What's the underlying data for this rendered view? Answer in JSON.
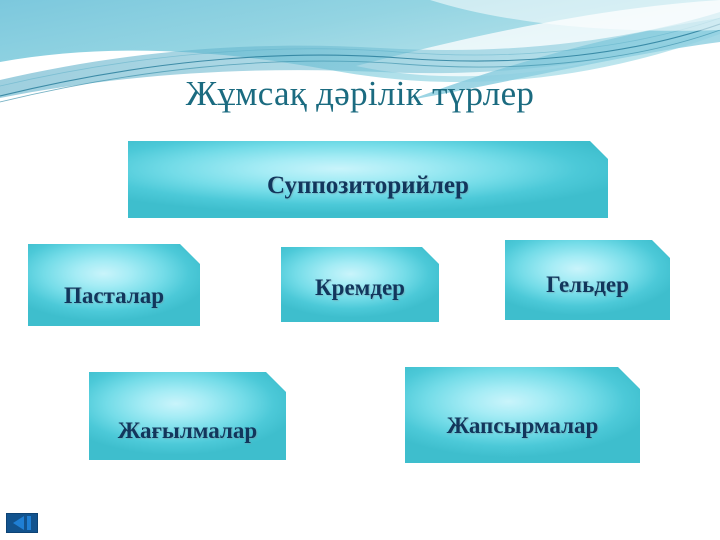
{
  "slide": {
    "title": "Жұмсақ дәрілік түрлер",
    "background_color": "#ffffff",
    "title_color": "#1b6b80",
    "accent_color": "#6fcfdd",
    "node_text_color": "#12365c"
  },
  "diagram": {
    "root": {
      "label": "Суппозиторийлер"
    },
    "nodes": [
      {
        "label": "Пасталар"
      },
      {
        "label": "Кремдер"
      },
      {
        "label": "Гельдер"
      },
      {
        "label": "Жағылмалар"
      },
      {
        "label": "Жапсырмалар"
      }
    ]
  },
  "navigation": {
    "back_label": "",
    "back_icon": "previous-slide-icon"
  }
}
